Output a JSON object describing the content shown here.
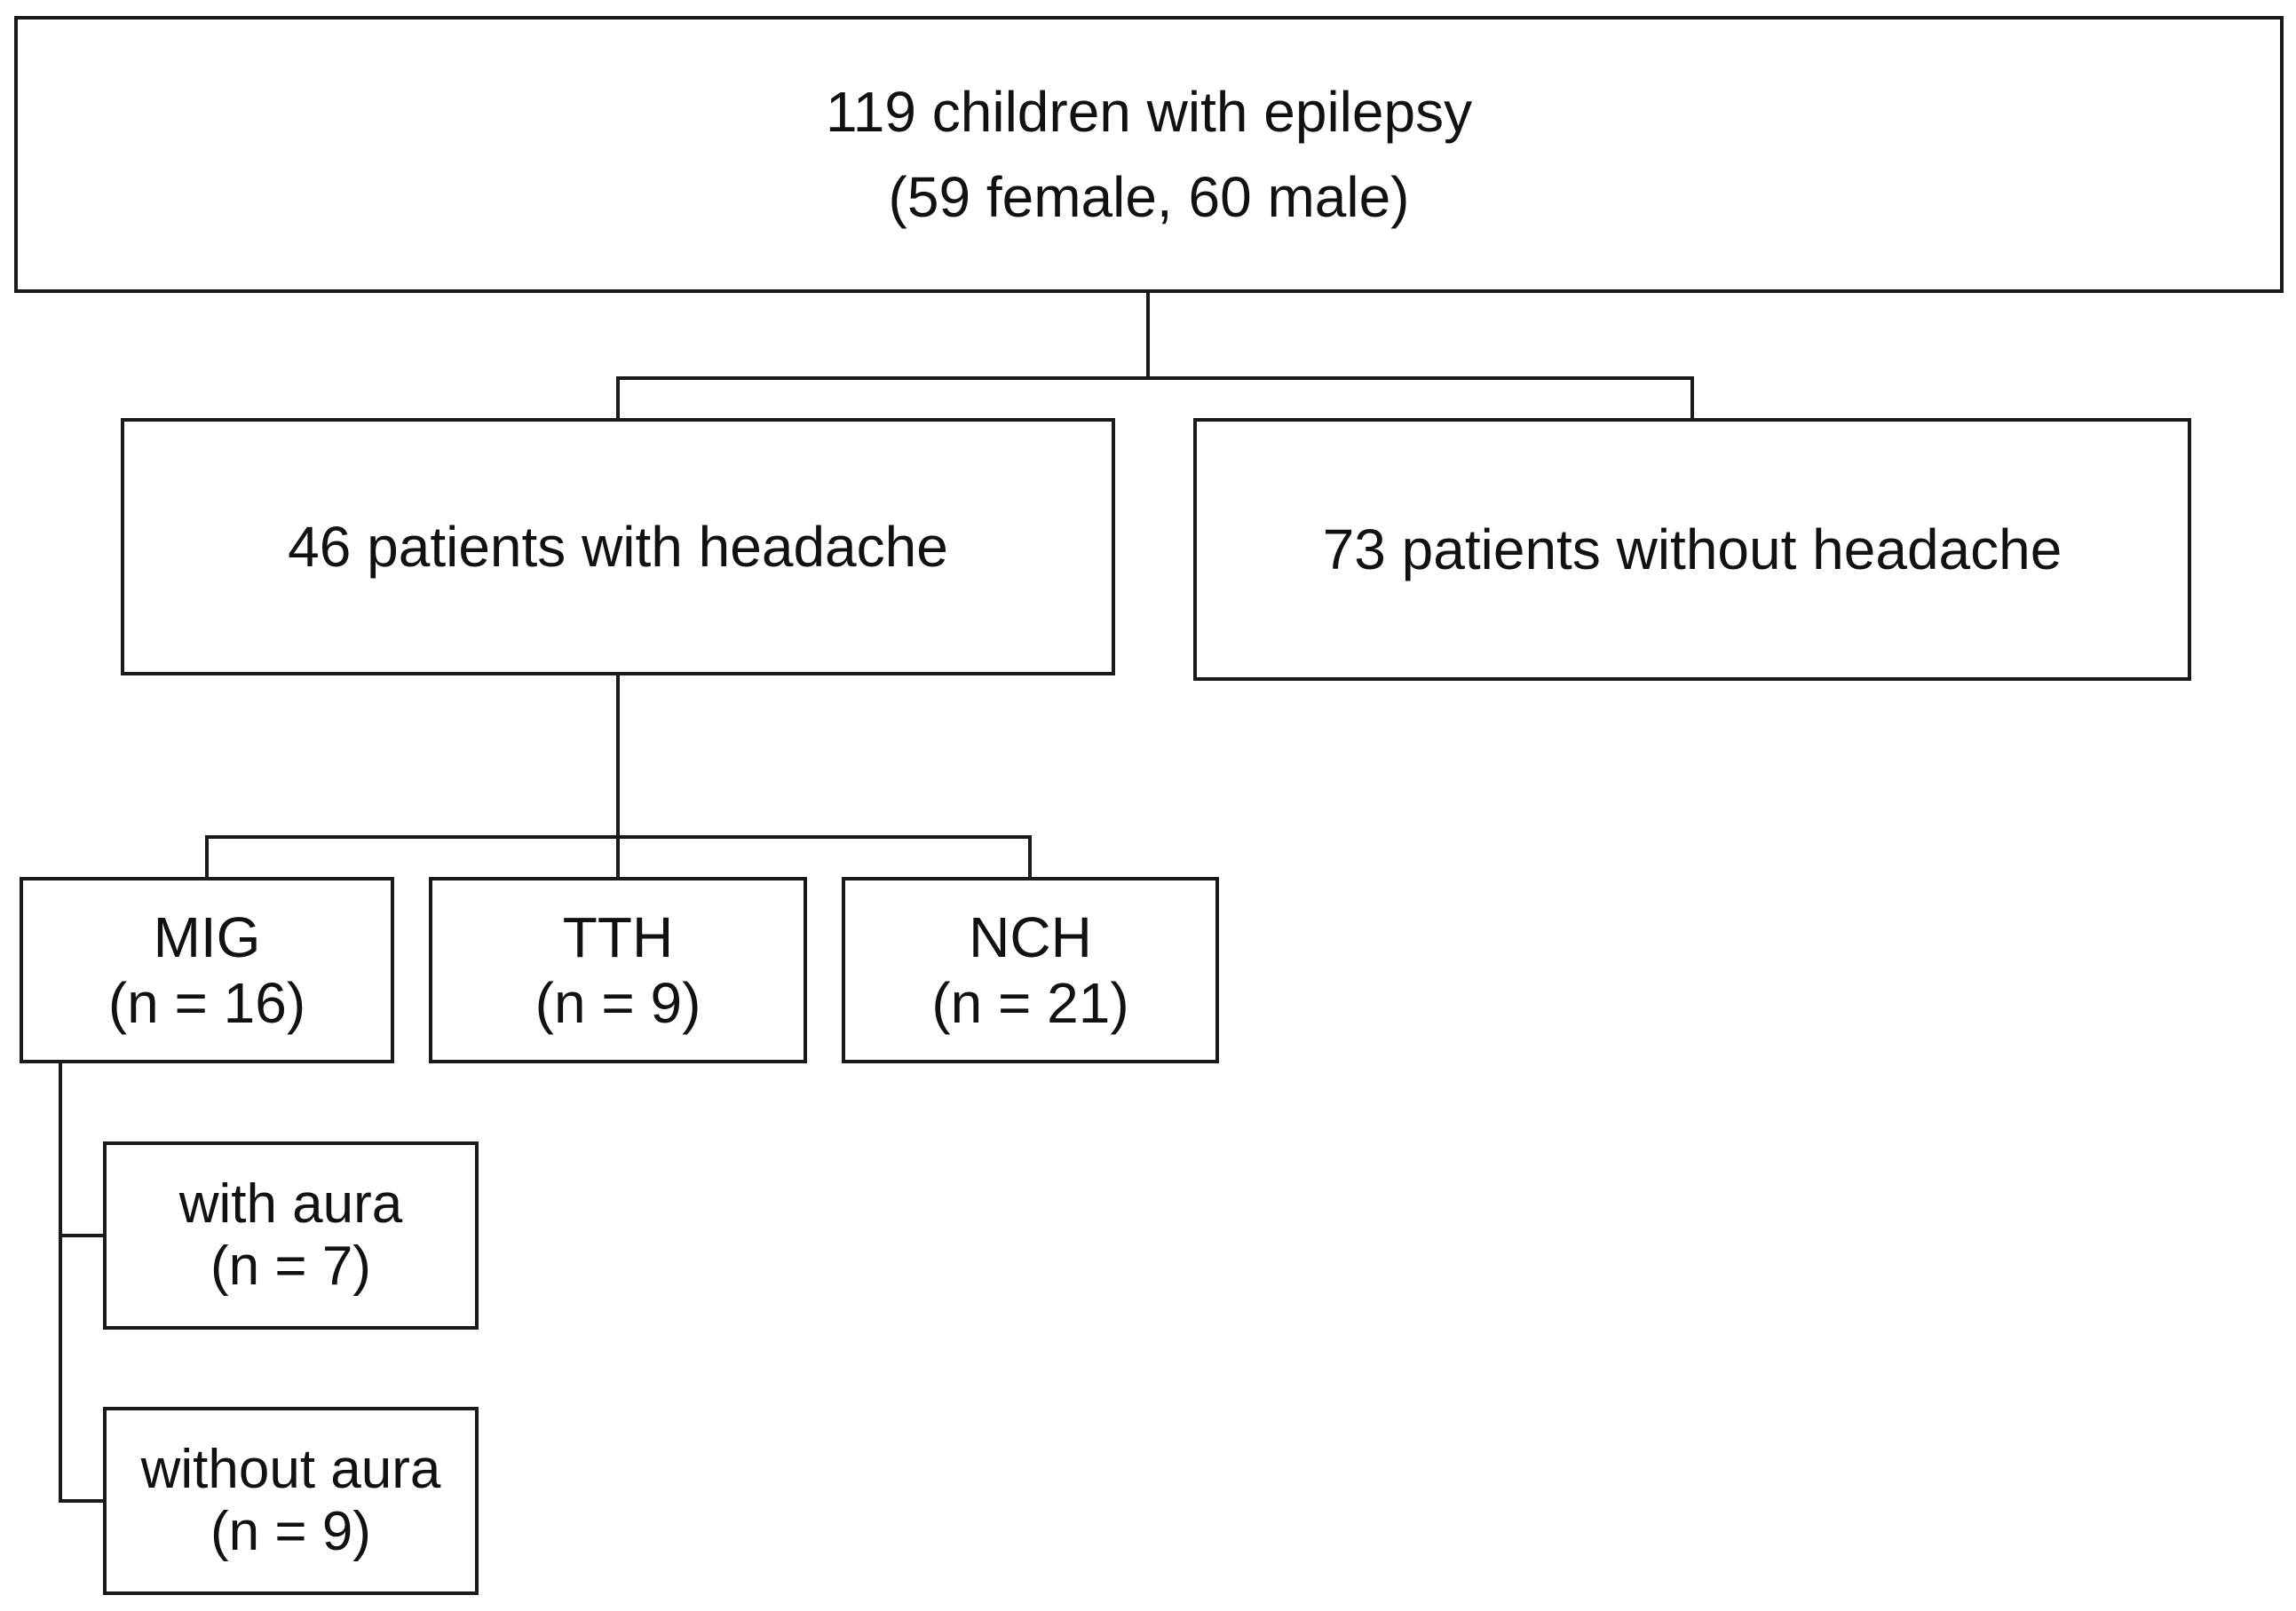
{
  "diagram": {
    "root": {
      "line1": "119 children with epilepsy",
      "line2": "(59 female, 60 male)"
    },
    "with_headache": {
      "label": "46 patients with headache"
    },
    "without_headache": {
      "label": "73 patients without headache"
    },
    "mig": {
      "name": "MIG",
      "count": "(n = 16)"
    },
    "tth": {
      "name": "TTH",
      "count": "(n = 9)"
    },
    "nch": {
      "name": "NCH",
      "count": "(n = 21)"
    },
    "with_aura": {
      "name": "with aura",
      "count": "(n = 7)"
    },
    "without_aura": {
      "name": "without aura",
      "count": "(n = 9)"
    }
  }
}
